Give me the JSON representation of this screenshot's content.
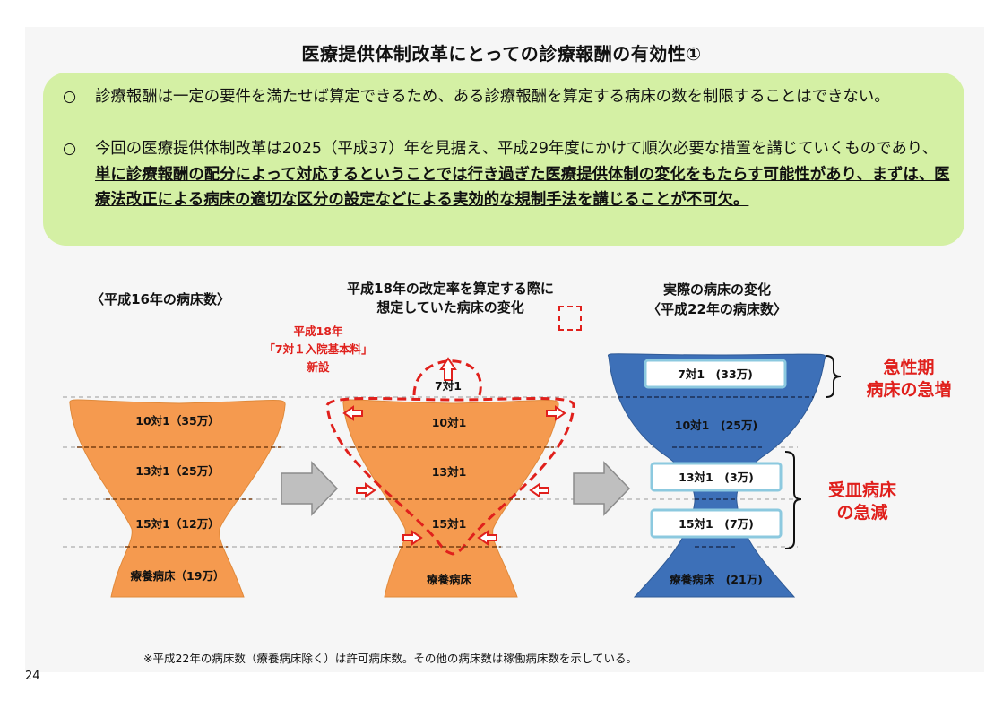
{
  "title": "医療提供体制改革にとっての診療報酬の有効性①",
  "summary": {
    "bullet_mark": "○",
    "b1": "診療報酬は一定の要件を満たせば算定できるため、ある診療報酬を算定する病床の数を制限することはできない。",
    "b2_pre": "今回の医療提供体制改革は2025（平成37）年を見据え、平成29年度にかけて順次必要な措置を講じていくものであり、",
    "b2_emph": "単に診療報酬の配分によって対応するということでは行き過ぎた医療提供体制の変化をもたらす可能性があり、まずは、医療法改正による病床の適切な区分の設定などによる実効的な規制手法を講じることが不可欠。"
  },
  "left": {
    "heading": "〈平成16年の病床数〉",
    "rows": [
      "10対1（35万）",
      "13対1（25万）",
      "15対1（12万）",
      "療養病床（19万）"
    ]
  },
  "middle": {
    "heading_line1": "平成18年の改定率を算定する際に",
    "heading_line2": "想定していた病床の変化",
    "new_note_line1": "平成18年",
    "new_note_line2": "「7対１入院基本料」",
    "new_note_line3": "新設",
    "top": "7対1",
    "rows": [
      "10対1",
      "13対1",
      "15対1",
      "療養病床"
    ]
  },
  "right": {
    "heading_line1": "実際の病床の変化",
    "heading_line2": "〈平成22年の病床数〉",
    "rows": [
      "7対1　(33万)",
      "10対1　(25万)",
      "13対1　(3万)",
      "15対1　(7万)",
      "療養病床　(21万)"
    ],
    "note_increase_line1": "急性期",
    "note_increase_line2": "病床の急増",
    "note_decrease_line1": "受皿病床",
    "note_decrease_line2": "の急減"
  },
  "footnote": "※平成22年の病床数（療養病床除く）は許可病床数。その他の病床数は稼働病床数を示している。",
  "page_number": "24",
  "colors": {
    "orange": "#f59a4f",
    "blue": "#3d70b8",
    "red": "#e0201c",
    "green_box": "#d4f0a4"
  }
}
